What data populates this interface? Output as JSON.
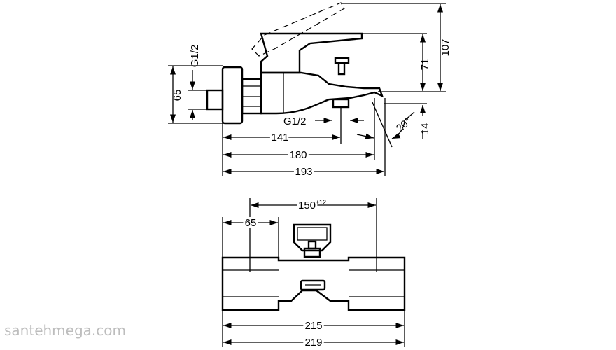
{
  "side_view": {
    "dims": {
      "height_total": "107",
      "height_outlet": "71",
      "height_left": "65",
      "thread_left": "G1/2",
      "thread_bottom": "G1/2",
      "spout_drop": "14",
      "spout_angle": "20°",
      "len_141": "141",
      "len_180": "180",
      "len_193": "193"
    }
  },
  "front_view": {
    "dims": {
      "centers": "150",
      "centers_tol": "±12",
      "body_left": "65",
      "width_215": "215",
      "width_219": "219"
    }
  },
  "watermark": "santehmega.com"
}
